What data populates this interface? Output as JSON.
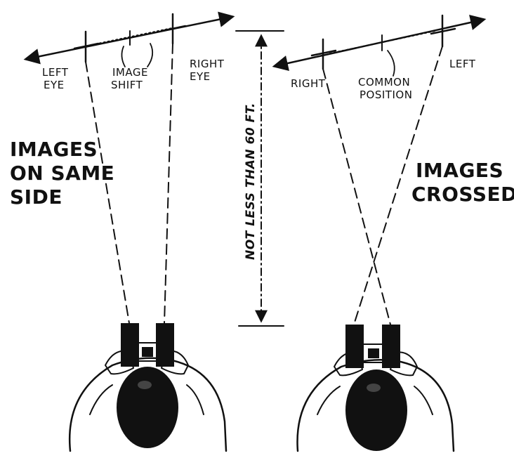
{
  "left_panel": {
    "left_eye_label": [
      "LEFT",
      "EYE"
    ],
    "image_shift_label": [
      "IMAGE",
      "SHIFT"
    ],
    "right_eye_label": [
      "RIGHT",
      "EYE"
    ],
    "caption": [
      "IMAGES",
      "ON SAME",
      "SIDE"
    ]
  },
  "distance_label": "NOT LESS THAN 60 FT.",
  "right_panel": {
    "right_label": "RIGHT",
    "common_position_label": [
      "COMMON",
      "POSITION"
    ],
    "left_label": "LEFT",
    "caption": [
      "IMAGES",
      "CROSSED"
    ]
  },
  "colors": {
    "ink": "#111111",
    "paper": "#ffffff",
    "hair": "#1a1a1a",
    "skin": "#ffffff"
  }
}
